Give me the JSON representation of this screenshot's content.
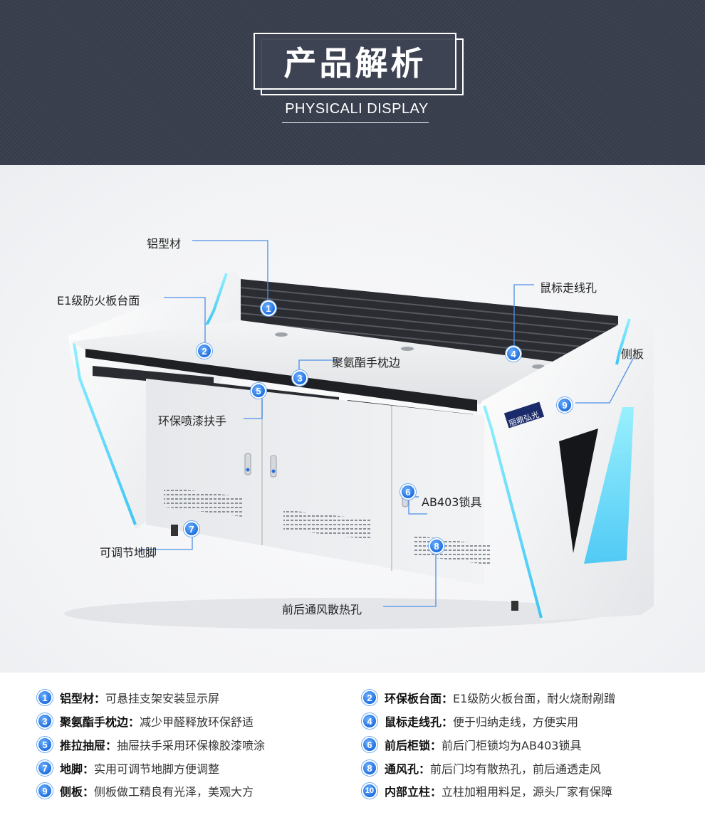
{
  "header": {
    "title": "产品解析",
    "subtitle": "PHYSICALI DISPLAY"
  },
  "product": {
    "logo_text": "丽鼎弘光",
    "callouts": [
      {
        "num": "1",
        "label": "铝型材"
      },
      {
        "num": "2",
        "label": "E1级防火板台面"
      },
      {
        "num": "3",
        "label": "聚氨酯手枕边"
      },
      {
        "num": "4",
        "label": "鼠标走线孔"
      },
      {
        "num": "5",
        "label": "环保喷漆扶手"
      },
      {
        "num": "6",
        "label": "AB403锁具"
      },
      {
        "num": "7",
        "label": "可调节地脚"
      },
      {
        "num": "8",
        "label": "前后通风散热孔"
      },
      {
        "num": "9",
        "label": "侧板"
      }
    ]
  },
  "features": [
    {
      "num": "1",
      "title": "铝型材：",
      "desc": "可悬挂支架安装显示屏"
    },
    {
      "num": "2",
      "title": "环保板台面：",
      "desc": "E1级防火板台面，耐火烧耐剐蹭"
    },
    {
      "num": "3",
      "title": "聚氨酯手枕边：",
      "desc": "减少甲醛释放环保舒适"
    },
    {
      "num": "4",
      "title": "鼠标走线孔：",
      "desc": "便于归纳走线，方便实用"
    },
    {
      "num": "5",
      "title": "推拉抽屉：",
      "desc": "抽屉扶手采用环保橡胶漆喷涂"
    },
    {
      "num": "6",
      "title": "前后柜锁：",
      "desc": "前后门柜锁均为AB403锁具"
    },
    {
      "num": "7",
      "title": "地脚：",
      "desc": "实用可调节地脚方便调整"
    },
    {
      "num": "8",
      "title": "通风孔：",
      "desc": "前后门均有散热孔，前后通透走风"
    },
    {
      "num": "9",
      "title": "侧板：",
      "desc": "侧板做工精良有光泽，美观大方"
    },
    {
      "num": "10",
      "title": "内部立柱：",
      "desc": "立柱加粗用料足，源头厂家有保障"
    }
  ],
  "colors": {
    "header_bg": "#3d4352",
    "badge_blue": "#1f6fe0",
    "led_glow": "#5ee0ff",
    "panel_dark": "#2a2c31",
    "desk_white": "#eef0f2"
  }
}
